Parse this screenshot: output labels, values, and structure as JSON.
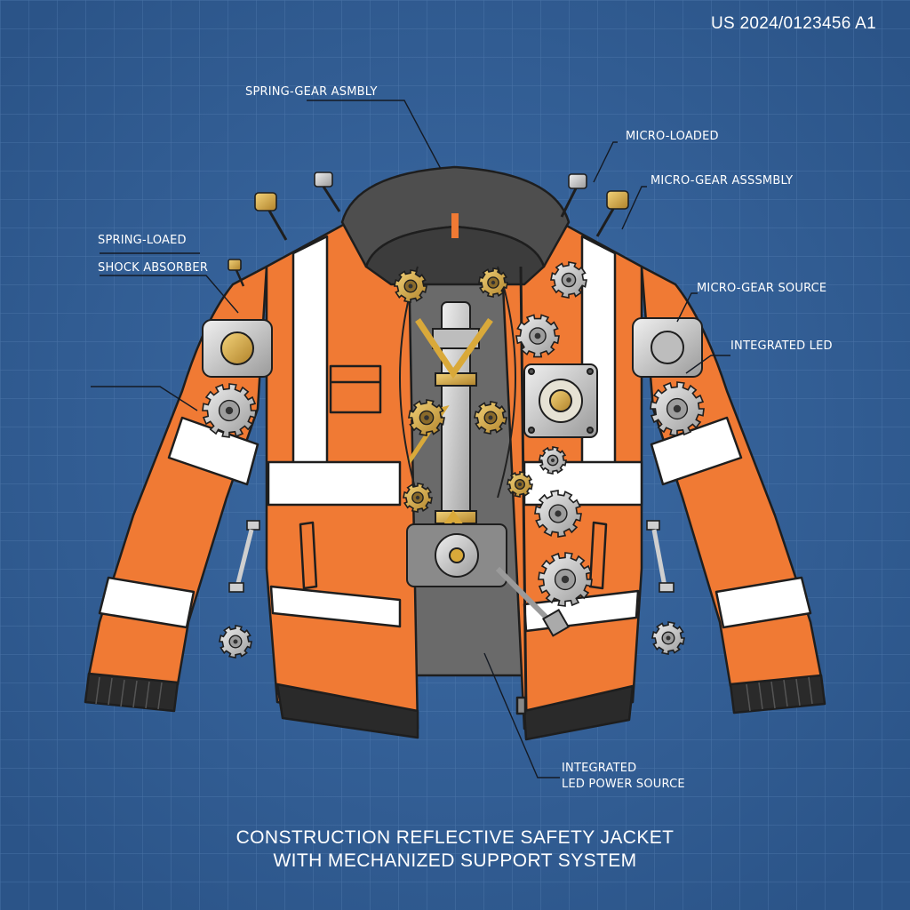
{
  "patent_number": "US 2024/0123456 A1",
  "title": {
    "line1": "CONSTRUCTION REFLECTIVE SAFETY JACKET",
    "line2": "WITH MECHANIZED SUPPORT SYSTEM"
  },
  "callouts": {
    "spring_gear_assembly": "SPRING-GEAR ASMBLY",
    "micro_loaded": "MICRO-LOADED",
    "micro_gear_assembly": "MICRO-GEAR ASSSMBLY",
    "spring_loaded": "SPRING-LOAED",
    "shock_absorber": "SHOCK ABSORBER",
    "micro_gear_source": "MICRO-GEAR SOURCE",
    "integrated_led": "INTEGRATED LED",
    "integrated_led_power_1": "INTEGRATED",
    "integrated_led_power_2": "LED POWER SOURCE"
  },
  "colors": {
    "background": "#34619a",
    "grid": "#5b85b8",
    "jacket_orange": "#f07a34",
    "reflective_stripe": "#ffffff",
    "lining_gray": "#6b6b6b",
    "metal": "#c9c9c9",
    "brass": "#d9a93a"
  }
}
